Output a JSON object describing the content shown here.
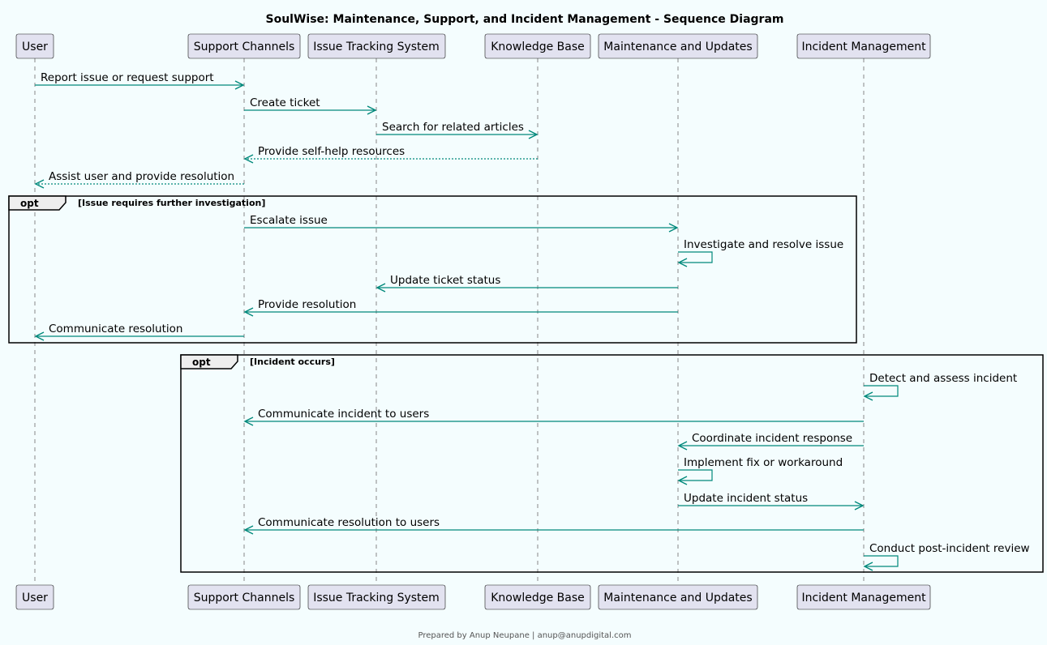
{
  "title": "SoulWise: Maintenance, Support, and Incident Management - Sequence Diagram",
  "footer": "Prepared by Anup Neupane | anup@anupdigital.com",
  "colors": {
    "background": "#F4FDFE",
    "arrow": "#00897B",
    "participant_fill": "#E2E2F0",
    "participant_border": "#181818",
    "lifeline": "#888888",
    "frame": "#000000"
  },
  "participants": [
    {
      "id": "user",
      "label": "User"
    },
    {
      "id": "support",
      "label": "Support Channels"
    },
    {
      "id": "its",
      "label": "Issue Tracking System"
    },
    {
      "id": "kb",
      "label": "Knowledge Base"
    },
    {
      "id": "mu",
      "label": "Maintenance and Updates"
    },
    {
      "id": "im",
      "label": "Incident Management"
    }
  ],
  "fragments": [
    {
      "kind": "opt",
      "condition": "[Issue requires further investigation]"
    },
    {
      "kind": "opt",
      "condition": "[Incident occurs]"
    }
  ],
  "messages": [
    {
      "from": "user",
      "to": "support",
      "label": "Report issue or request support",
      "style": "solid"
    },
    {
      "from": "support",
      "to": "its",
      "label": "Create ticket",
      "style": "solid"
    },
    {
      "from": "its",
      "to": "kb",
      "label": "Search for related articles",
      "style": "solid"
    },
    {
      "from": "kb",
      "to": "support",
      "label": "Provide self-help resources",
      "style": "dashed"
    },
    {
      "from": "support",
      "to": "user",
      "label": "Assist user and provide resolution",
      "style": "dashed"
    },
    {
      "from": "support",
      "to": "mu",
      "label": "Escalate issue",
      "style": "solid"
    },
    {
      "from": "mu",
      "to": "mu",
      "label": "Investigate and resolve issue",
      "style": "solid"
    },
    {
      "from": "mu",
      "to": "its",
      "label": "Update ticket status",
      "style": "solid"
    },
    {
      "from": "mu",
      "to": "support",
      "label": "Provide resolution",
      "style": "solid"
    },
    {
      "from": "support",
      "to": "user",
      "label": "Communicate resolution",
      "style": "solid"
    },
    {
      "from": "im",
      "to": "im",
      "label": "Detect and assess incident",
      "style": "solid"
    },
    {
      "from": "im",
      "to": "support",
      "label": "Communicate incident to users",
      "style": "solid"
    },
    {
      "from": "im",
      "to": "mu",
      "label": "Coordinate incident response",
      "style": "solid"
    },
    {
      "from": "mu",
      "to": "mu",
      "label": "Implement fix or workaround",
      "style": "solid"
    },
    {
      "from": "mu",
      "to": "im",
      "label": "Update incident status",
      "style": "solid"
    },
    {
      "from": "im",
      "to": "support",
      "label": "Communicate resolution to users",
      "style": "solid"
    },
    {
      "from": "im",
      "to": "im",
      "label": "Conduct post-incident review",
      "style": "solid"
    }
  ]
}
